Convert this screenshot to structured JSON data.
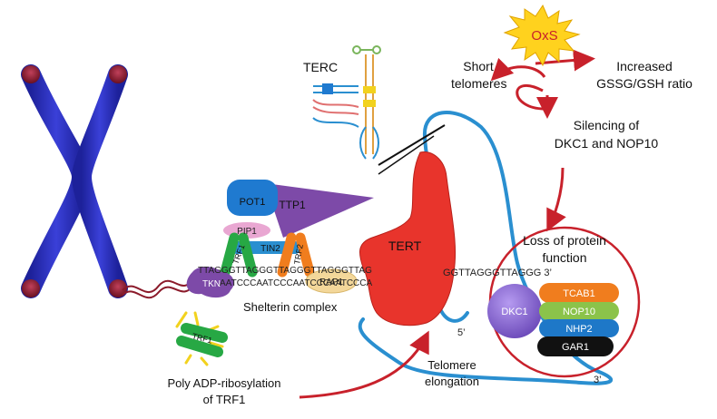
{
  "labels": {
    "oxs": "OxS",
    "increased_ratio": [
      "Increased",
      "GSSG/GSH ratio"
    ],
    "short_telomeres": [
      "Short",
      "telomeres"
    ],
    "silencing": [
      "Silencing of",
      "DKC1 and NOP10"
    ],
    "terc": "TERC",
    "tert": "TERT",
    "loss_of_function": [
      "Loss of protein",
      "function"
    ],
    "shelterin_complex": "Shelterin complex",
    "telomere_elongation": [
      "Telomere",
      "elongation"
    ],
    "poly_adp": [
      "Poly ADP-ribosylation",
      "of TRF1"
    ],
    "prime5": "5’",
    "prime3": "3’",
    "telomere_seq_right": "GGTTAGGGTTAGGG 3’",
    "telomere_seq_left_top": "TTAGGGTTAGGGTTAGGGTTAGGGTTAG",
    "telomere_seq_left_bottom": "AATCCCAATCCCAATCCCAATCCCA"
  },
  "proteins": {
    "pot1": "POT1",
    "ttp1": "TTP1",
    "pip1": "PIP1",
    "tin2": "TIN2",
    "trf1": "TRF1",
    "trf2": "TRF2",
    "tkn": "TKN",
    "rap1": "RAP1",
    "trf1_free": "TRF1",
    "dkc1": "DKC1",
    "tcab1": "TCAB1",
    "nop10": "NOP10",
    "nhp2": "NHP2",
    "gar1": "GAR1"
  },
  "colors": {
    "chromosome": "#2b2fb5",
    "telomere_cap": "#8b1a2a",
    "tert": "#e8342c",
    "dna": "#2a8fd0",
    "arrow": "#c8212b",
    "oxs_star": "#ffd21e",
    "pot1": "#1f7ad0",
    "ttp1": "#7d4aa8",
    "tin2": "#2a8fd0",
    "trf1": "#27a844",
    "trf2": "#f07d1e",
    "rap1": "#f3d79a",
    "tkn": "#7d4aa8",
    "dkc1": "#8f6ad0",
    "tcab1": "#f07d1e",
    "nop10": "#8bc34a",
    "nhp2": "#1e78c8",
    "gar1": "#111111"
  }
}
